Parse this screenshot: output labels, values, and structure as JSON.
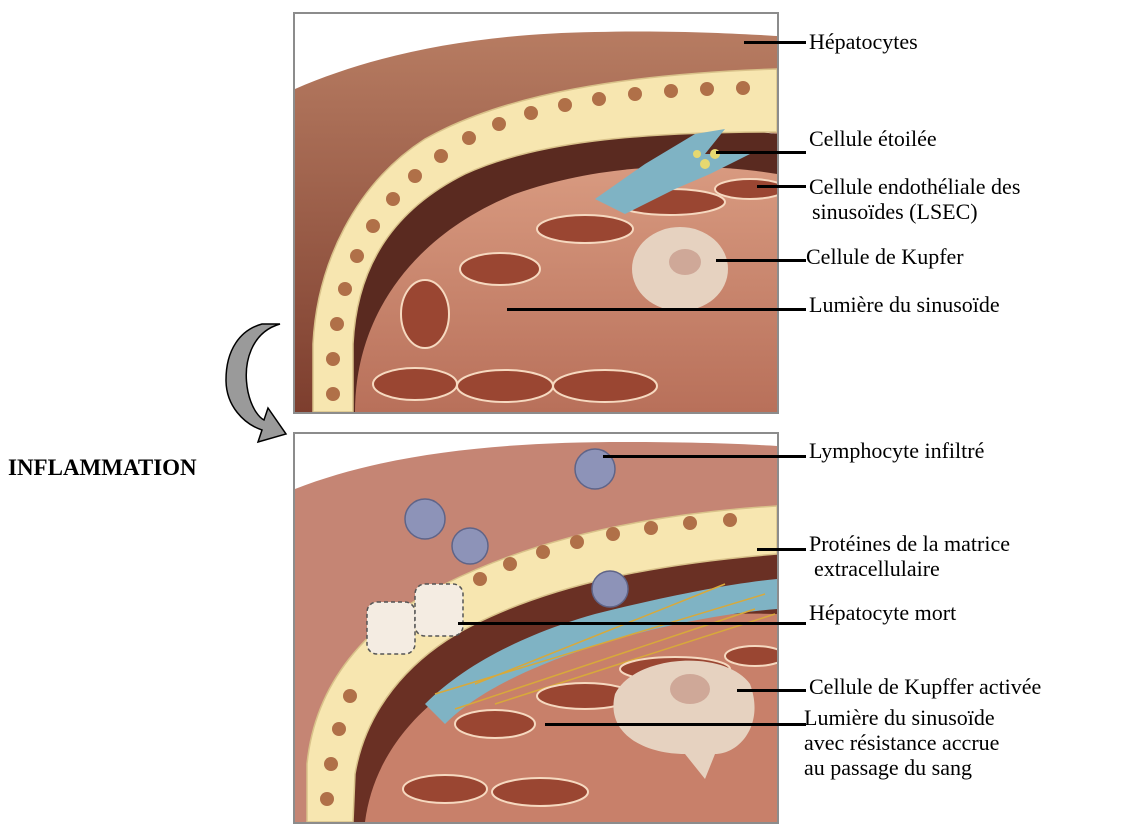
{
  "side_label": "INFLAMMATION",
  "top_panel": {
    "labels": [
      {
        "id": "hepatocytes",
        "lines": [
          "Hépatocytes"
        ]
      },
      {
        "id": "cellule_etoilee",
        "lines": [
          "Cellule étoilée"
        ]
      },
      {
        "id": "lsec",
        "lines": [
          "Cellule endothéliale des",
          "sinusoïdes (LSEC)"
        ]
      },
      {
        "id": "kupfer",
        "lines": [
          "Cellule de Kupfer"
        ]
      },
      {
        "id": "lumiere",
        "lines": [
          "Lumière du sinusoïde"
        ]
      }
    ]
  },
  "bottom_panel": {
    "labels": [
      {
        "id": "lymphocyte",
        "lines": [
          "Lymphocyte infiltré"
        ]
      },
      {
        "id": "proteines",
        "lines": [
          "Protéines de la matrice",
          "extracellulaire"
        ]
      },
      {
        "id": "hepatocyte_mort",
        "lines": [
          "Hépatocyte mort"
        ]
      },
      {
        "id": "kupffer_activee",
        "lines": [
          "Cellule de Kupffer activée"
        ]
      },
      {
        "id": "lumiere_resistance",
        "lines": [
          "Lumière du sinusoïde",
          "avec résistance accrue",
          "au passage du sang"
        ]
      }
    ]
  },
  "colors": {
    "tissue": "#a0604a",
    "hepatocyte": "#f7e6b0",
    "nucleus": "#b07048",
    "endothelial": "#9a4632",
    "stellate": "#7fb3c4",
    "kupffer": "#e6d2c0",
    "lymphocyte": "#8d93b8",
    "matrix": "#d8a93a",
    "arrow": "#9a9a9a"
  }
}
